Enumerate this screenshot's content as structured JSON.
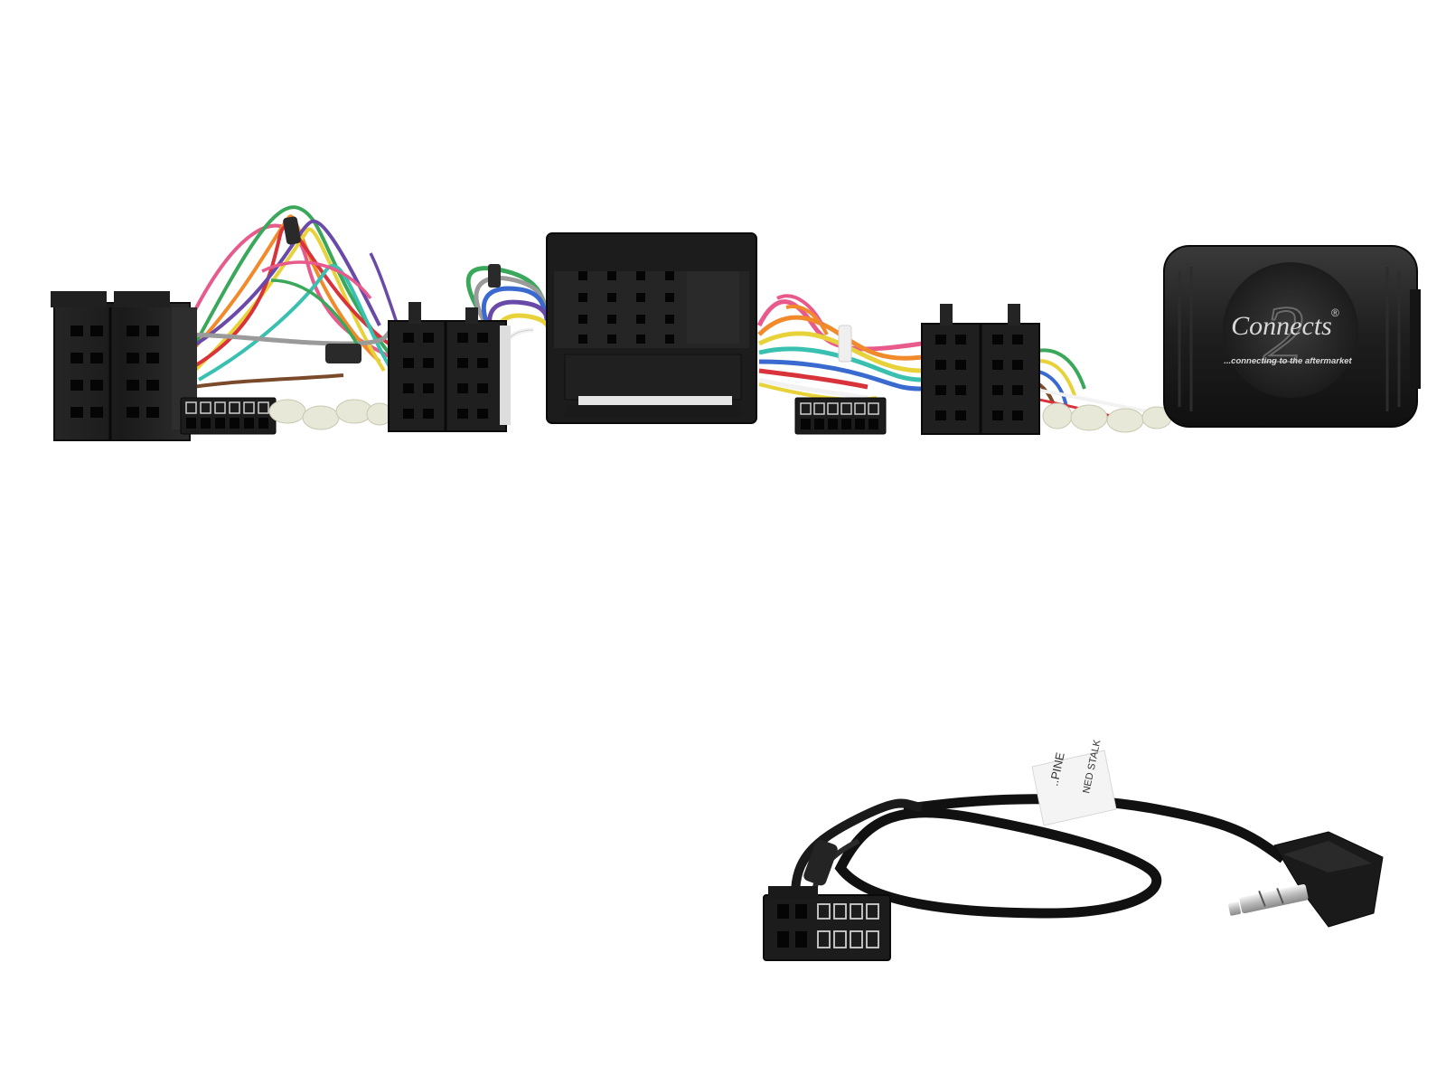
{
  "logo": {
    "brand_text": "Connects",
    "numeral": "2",
    "registered_mark": "®",
    "tagline": "...connecting to the aftermarket"
  },
  "cable_label": {
    "line1": "..PINE",
    "line2": "NED STALK"
  },
  "colors": {
    "background": "#ffffff",
    "connector_black": "#1b1b1b",
    "connector_dark": "#2a2a2a",
    "pin_hole": "#050505",
    "wire_red": "#d8323a",
    "wire_pink": "#e85a8c",
    "wire_orange": "#f08a2a",
    "wire_yellow": "#e8d23a",
    "wire_green": "#3aa85a",
    "wire_teal": "#3ac0b0",
    "wire_blue": "#3a6ad0",
    "wire_purple": "#6a4aa8",
    "wire_grey": "#9a9a9a",
    "wire_brown": "#7a4a2a",
    "wire_white": "#f2f2f2",
    "spade_terminal": "#e8e8d8"
  }
}
